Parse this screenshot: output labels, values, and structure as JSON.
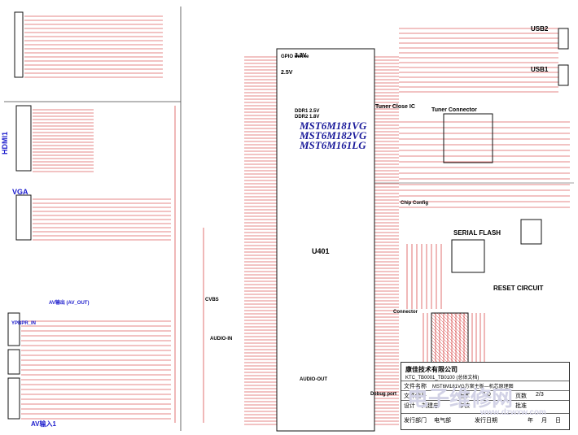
{
  "sections": {
    "hdmi": "HDMI1",
    "vga": "VGA",
    "ypbpr": "YPBPR_IN",
    "av": "AV输入1",
    "av_out": "AV输出 (AV_OUT)",
    "cvbs": "CVBS",
    "audio_in": "AUDIO-IN",
    "audio_out": "AUDIO-OUT",
    "usb2": "USB2",
    "usb1": "USB1",
    "tuner": "Tuner Close IC",
    "tuner_connector": "Tuner Connector",
    "chip_config": "Chip Config",
    "serial_flash": "SERIAL FLASH",
    "reset": "RESET CIRCUIT",
    "connector": "Connector",
    "debug": "Debug port",
    "ddr1": "DDR1 2.5V",
    "ddr2": "DDR2 1.8V",
    "gpio": "GPIO define"
  },
  "chip": {
    "names": [
      "MST6M181VG",
      "MST6M182VG",
      "MST6M161LG"
    ],
    "ref": "U401",
    "v33": "3.3V",
    "v25": "2.5V"
  },
  "title_block": {
    "company": "康佳技术有限公司",
    "subtitle": "KTC_TB0001_TB0100 (总体文档)",
    "file_name_label": "文件名称",
    "file_name": "MST6M181VG方案主板—机芯原理图",
    "doc_no_label": "文件编号",
    "version_label": "版本",
    "version": "1.0",
    "page_label": "页数",
    "page": "2/3",
    "design_label": "设计",
    "designer": "刘建忠",
    "check_label": "审核",
    "approve_label": "批准",
    "dept_label": "发行部门",
    "dept": "电气部",
    "date_label": "发行日期",
    "year_label": "年",
    "month_label": "月",
    "day_label": "日"
  },
  "watermark": {
    "main": "电子维修网",
    "url": "www.dzwxw.com"
  },
  "colors": {
    "wire": "#cc1111",
    "text": "#1a1acc",
    "part": "#118811"
  }
}
